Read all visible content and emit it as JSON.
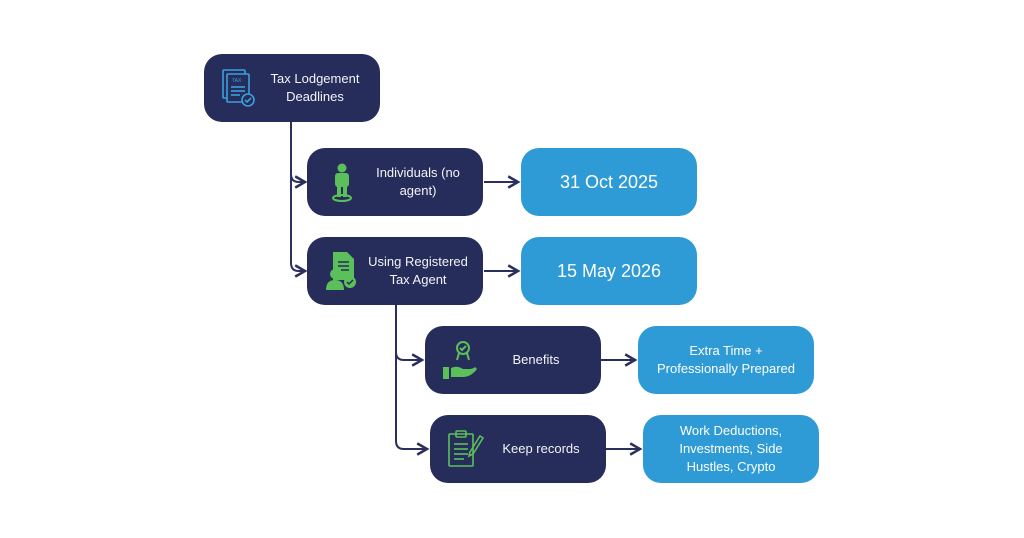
{
  "diagram": {
    "root": {
      "label": "Tax Lodgement Deadlines",
      "icon": "tax-document-icon"
    },
    "branches": [
      {
        "label": "Individuals (no agent)",
        "icon": "person-icon",
        "result": "31 Oct 2025"
      },
      {
        "label": "Using Registered Tax Agent",
        "icon": "tax-agent-icon",
        "result": "15 May 2026"
      }
    ],
    "sub_branches": [
      {
        "label": "Benefits",
        "icon": "award-hand-icon",
        "result": "Extra Time + Professionally Prepared"
      },
      {
        "label": "Keep records",
        "icon": "clipboard-pen-icon",
        "result": "Work Deductions, Investments, Side Hustles, Crypto"
      }
    ]
  },
  "colors": {
    "dark": "#272d5a",
    "blue": "#2e9bd6",
    "icon_green": "#5cc05a",
    "icon_blue": "#3aa0e0",
    "line": "#2a2f5c"
  }
}
